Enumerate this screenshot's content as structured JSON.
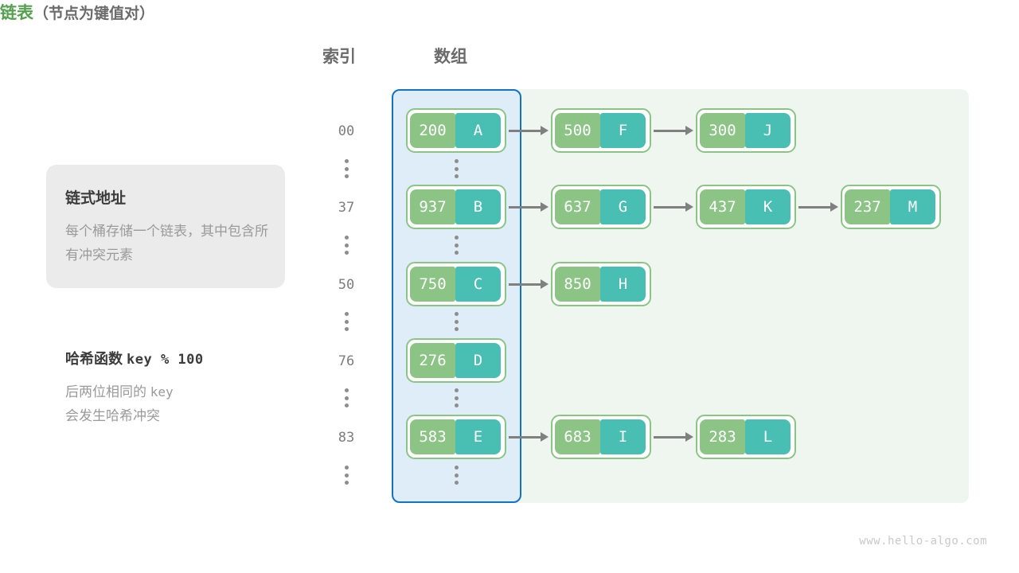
{
  "headers": {
    "index": "索引",
    "array": "数组",
    "list_main": "链表",
    "list_sub": "（节点为键值对）"
  },
  "info_card": {
    "title": "链式地址",
    "desc": "每个桶存储一个链表，其中包含所有冲突元素"
  },
  "hash_note": {
    "title_label": "哈希函数",
    "title_expr": "key % 100",
    "desc_line1_cn": "后两位相同的",
    "desc_line1_mono": "key",
    "desc_line2": "会发生哈希冲突"
  },
  "colors": {
    "key_box": "#8cc486",
    "value_box": "#49bfb4",
    "node_border": "#8cc486",
    "array_panel_bg": "#dfedf9",
    "array_panel_border": "#1273c4",
    "list_panel_bg": "#eff6ef",
    "arrow": "#808080",
    "heading_green": "#55a04f",
    "heading_gray": "#6b6b6b",
    "card_bg": "#ebebeb"
  },
  "buckets": [
    {
      "index": "00",
      "nodes": [
        {
          "key": "200",
          "value": "A"
        },
        {
          "key": "500",
          "value": "F"
        },
        {
          "key": "300",
          "value": "J"
        }
      ]
    },
    {
      "index": "37",
      "nodes": [
        {
          "key": "937",
          "value": "B"
        },
        {
          "key": "637",
          "value": "G"
        },
        {
          "key": "437",
          "value": "K"
        },
        {
          "key": "237",
          "value": "M"
        }
      ]
    },
    {
      "index": "50",
      "nodes": [
        {
          "key": "750",
          "value": "C"
        },
        {
          "key": "850",
          "value": "H"
        }
      ]
    },
    {
      "index": "76",
      "nodes": [
        {
          "key": "276",
          "value": "D"
        }
      ]
    },
    {
      "index": "83",
      "nodes": [
        {
          "key": "583",
          "value": "E"
        },
        {
          "key": "683",
          "value": "I"
        },
        {
          "key": "283",
          "value": "L"
        }
      ]
    }
  ],
  "watermark": "www.hello-algo.com"
}
